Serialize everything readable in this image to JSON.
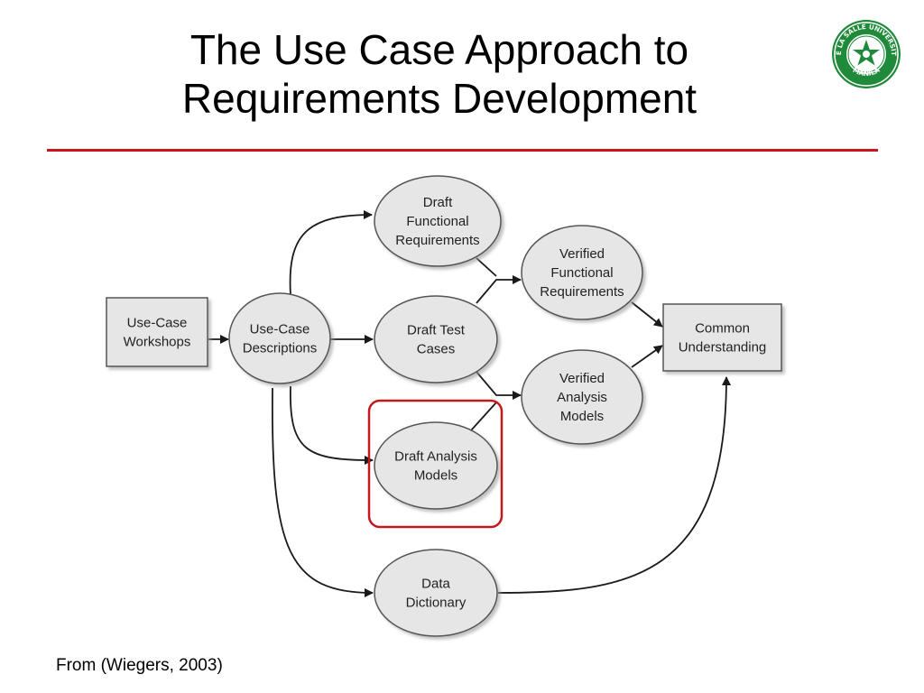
{
  "slide": {
    "title_line1": "The Use Case Approach to",
    "title_line2": "Requirements Development",
    "caption": "From (Wiegers, 2003)"
  },
  "logo": {
    "icon": "university-seal-icon",
    "text_top": "DE LA SALLE UNIVERSITY",
    "text_bottom": "MANILA",
    "color": "#1f8a3a"
  },
  "colors": {
    "accent_rule": "#c8161d",
    "highlight_box": "#c8161d",
    "node_fill": "#e6e6e6",
    "node_stroke": "#555555",
    "arrow": "#1a1a1a"
  },
  "nodes": [
    {
      "id": "usecase-workshops",
      "lines": [
        "Use-Case",
        "Workshops"
      ]
    },
    {
      "id": "usecase-descriptions",
      "lines": [
        "Use-Case",
        "Descriptions"
      ]
    },
    {
      "id": "draft-functional",
      "lines": [
        "Draft",
        "Functional",
        "Requirements"
      ]
    },
    {
      "id": "draft-test",
      "lines": [
        "Draft Test",
        "Cases"
      ]
    },
    {
      "id": "draft-analysis",
      "lines": [
        "Draft Analysis",
        "Models"
      ]
    },
    {
      "id": "data-dictionary",
      "lines": [
        "Data",
        "Dictionary"
      ]
    },
    {
      "id": "verified-functional",
      "lines": [
        "Verified",
        "Functional",
        "Requirements"
      ]
    },
    {
      "id": "verified-analysis",
      "lines": [
        "Verified",
        "Analysis",
        "Models"
      ]
    },
    {
      "id": "common-understanding",
      "lines": [
        "Common",
        "Understanding"
      ]
    }
  ],
  "edges": [
    {
      "from": "usecase-workshops",
      "to": "usecase-descriptions"
    },
    {
      "from": "usecase-descriptions",
      "to": "draft-functional"
    },
    {
      "from": "usecase-descriptions",
      "to": "draft-test"
    },
    {
      "from": "usecase-descriptions",
      "to": "draft-analysis"
    },
    {
      "from": "usecase-descriptions",
      "to": "data-dictionary"
    },
    {
      "from": "draft-functional",
      "to": "verified-functional"
    },
    {
      "from": "draft-test",
      "to": "verified-functional"
    },
    {
      "from": "draft-test",
      "to": "verified-analysis"
    },
    {
      "from": "draft-analysis",
      "to": "verified-analysis"
    },
    {
      "from": "verified-functional",
      "to": "common-understanding"
    },
    {
      "from": "verified-analysis",
      "to": "common-understanding"
    },
    {
      "from": "data-dictionary",
      "to": "common-understanding"
    }
  ],
  "highlight": {
    "node": "draft-analysis"
  }
}
